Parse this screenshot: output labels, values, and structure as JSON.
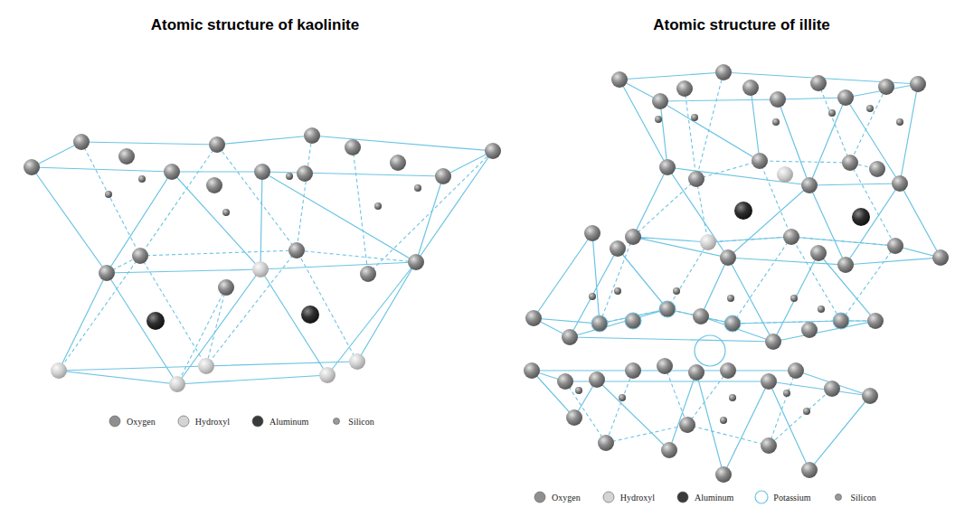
{
  "diagram": {
    "labels": [
      "Atomic structure of kaolinite",
      "Atomic structure of illite"
    ],
    "legend": [
      {
        "text": "Oxygen",
        "color": "#8f8f8f"
      },
      {
        "text": "Hydroxyl",
        "color": "#d4d4d4"
      },
      {
        "text": "Aluminum",
        "color": "#3a3a3a"
      },
      {
        "text": "Silicon",
        "color": "#9a9a9a"
      },
      {
        "text": "Oxygen",
        "color": "#8f8f8f"
      },
      {
        "text": "Hydroxyl",
        "color": "#d4d4d4"
      },
      {
        "text": "Aluminum",
        "color": "#3a3a3a"
      },
      {
        "text": "Potassium"
      },
      {
        "text": "Silicon",
        "color": "#9a9a9a"
      }
    ]
  }
}
